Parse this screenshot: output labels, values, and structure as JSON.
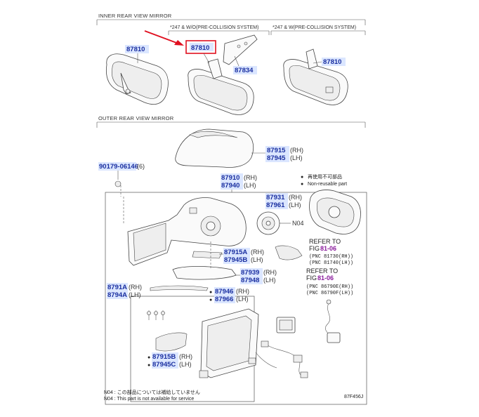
{
  "sections": {
    "inner_title": "INNER REAR VIEW MIRROR",
    "outer_title": "OUTER REAR VIEW MIRROR"
  },
  "conditions": {
    "without_pcs": "*247 & W/O(PRE-COLLISION SYSTEM)",
    "with_pcs": "*247 & W(PRE-COLLISION SYSTEM)"
  },
  "legend": {
    "jp": "再使用不可部品",
    "en": "Non-reusable part"
  },
  "parts": {
    "p87810_a": "87810",
    "p87810_b": "87810",
    "p87810_c": "87810",
    "p87834": "87834",
    "p87915": "87915",
    "p87945": "87945",
    "p90179": "90179-06146",
    "qty6": "(6)",
    "p87910": "87910",
    "p87940": "87940",
    "p87931": "87931",
    "p87961": "87961",
    "n04": "N04",
    "p87915A": "87915A",
    "p87945B": "87945B",
    "p87939": "87939",
    "p87948": "87948",
    "p8791A": "8791A",
    "p8794A": "8794A",
    "p87946": "87946",
    "p87966": "87966",
    "p87915B": "87915B",
    "p87945C": "87945C"
  },
  "sides": {
    "rh": "(RH)",
    "lh": "(LH)"
  },
  "refs": {
    "refer_to": "REFER TO",
    "fig": "FIG",
    "fig1": "81-06",
    "fig1_pnc1": "(PNC 81730(RH))",
    "fig1_pnc2": "(PNC 81740(LH))",
    "fig2": "81-06",
    "fig2_pnc1": "(PNC 86790E(RH))",
    "fig2_pnc2": "(PNC 86790F(LH))"
  },
  "footnotes": {
    "jp_label": "N04 : この部品については補給していません",
    "en_label": "N04 : This part is not available for service"
  },
  "figure_code": "87F456J",
  "colors": {
    "part_number": "#1a2fa0",
    "highlight_box": "#e01020",
    "arrow": "#e01020",
    "fig_ref": "#8a1b9c"
  }
}
